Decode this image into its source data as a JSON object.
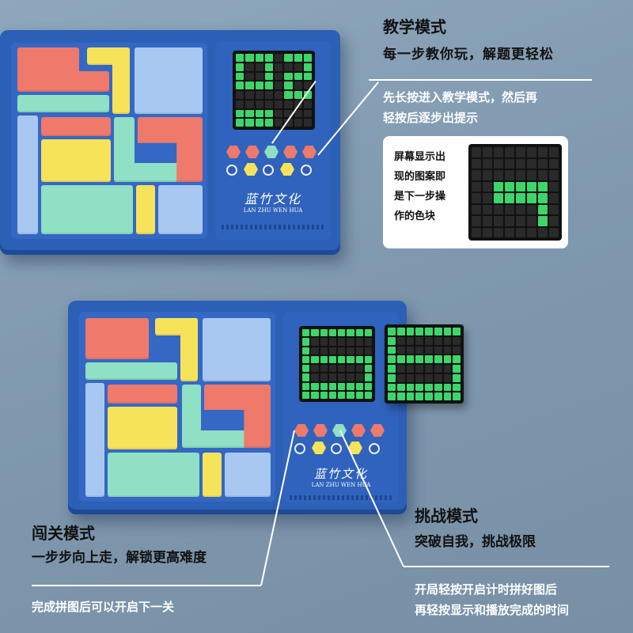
{
  "device_top": {
    "brand": "蓝竹文化",
    "brand_sub": "LAN ZHU WEN HUA"
  },
  "device_bottom": {
    "brand": "蓝竹文化",
    "brand_sub": "LAN ZHU WEN HUA"
  },
  "teaching": {
    "title": "教学模式",
    "subtitle": "每一步教你玩，解题更轻松",
    "note_line1": "先长按进入教学模式，然后再",
    "note_line2": "轻按后逐步出提示",
    "popup_lines": [
      "屏幕显示出",
      "现的图案即",
      "是下一步操",
      "作的色块"
    ]
  },
  "challenge": {
    "title": "挑战模式",
    "subtitle": "突破自我，挑战极限",
    "note_line1": "开局轻按开启计时拼好图后",
    "note_line2": "再轻按显示和播放完成的时间"
  },
  "level": {
    "title": "闯关模式",
    "subtitle": "一步步向上走，解锁更高难度",
    "note": "完成拼图后可以开启下一关"
  },
  "colors": {
    "blue": "#2c5fb6",
    "coral": "#ef7a6c",
    "yellow": "#f6e35a",
    "mint": "#8fe0c4",
    "light_blue": "#a9c8f1",
    "green_led": "#3cd66a"
  }
}
